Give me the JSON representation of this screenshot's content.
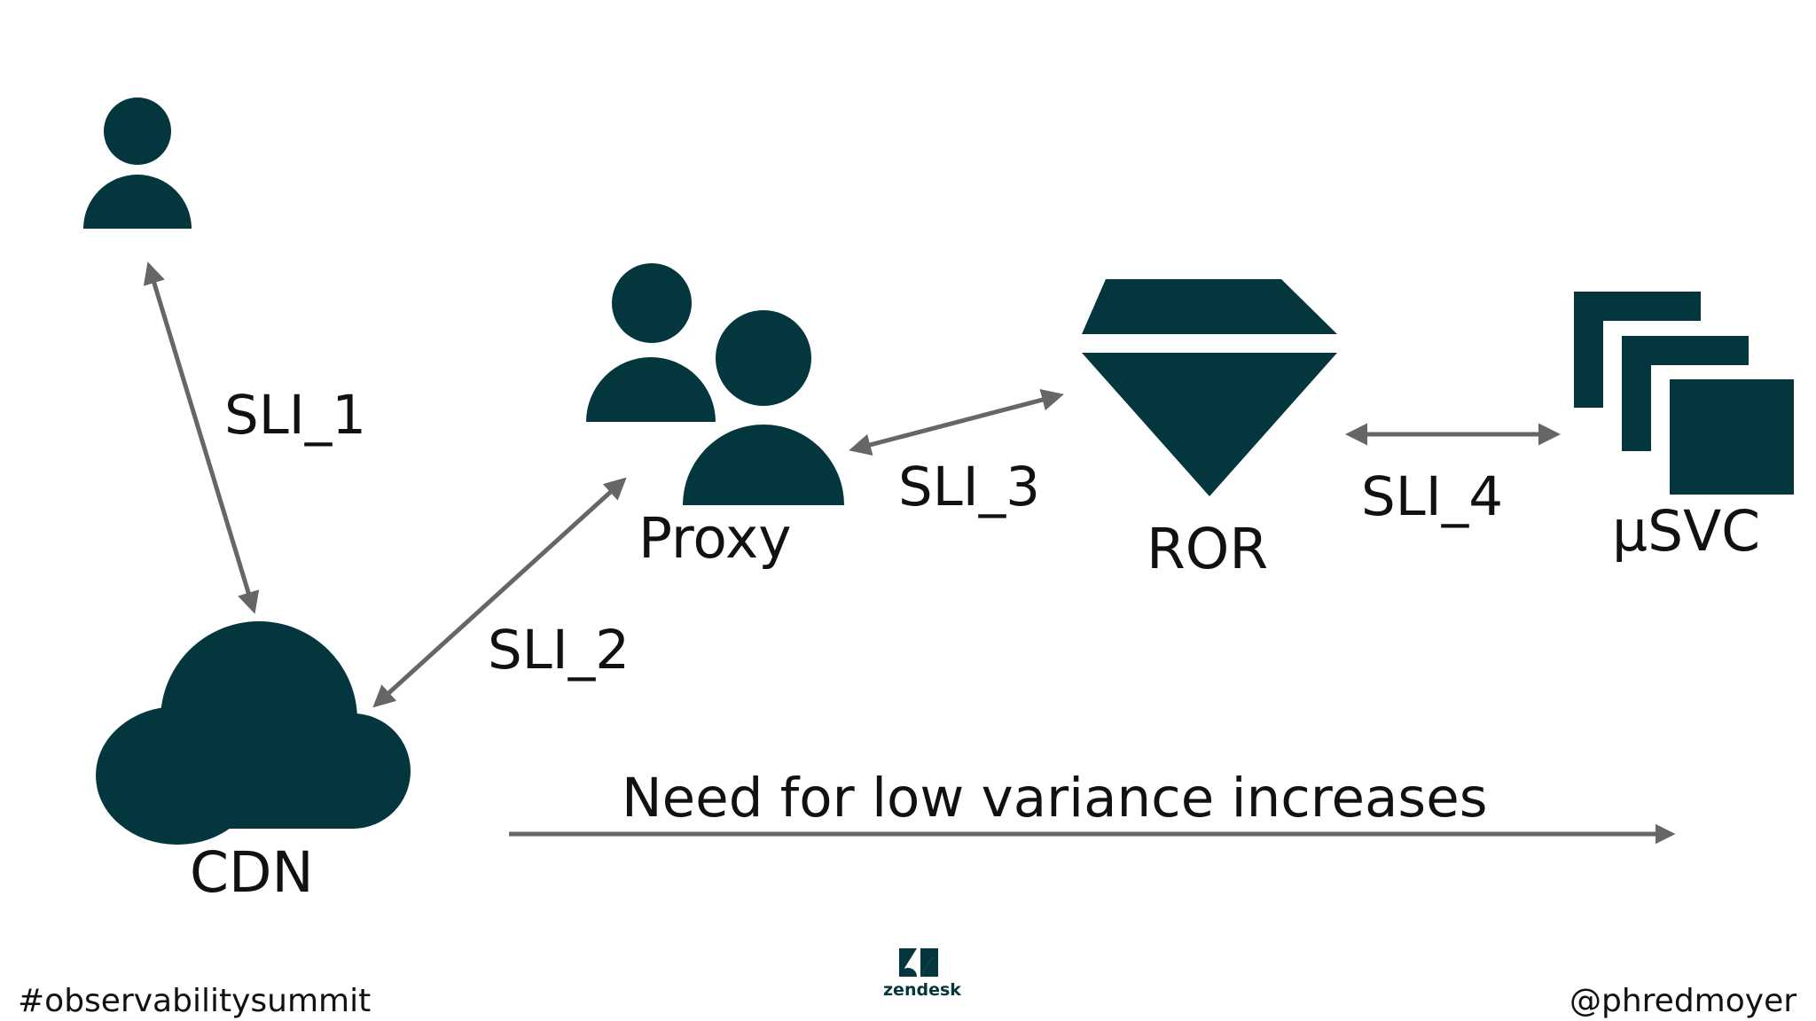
{
  "colors": {
    "icon": "#03363d",
    "arrow": "#666666",
    "text": "#111111",
    "background": "#ffffff"
  },
  "icons": {
    "user": "user-icon",
    "cdn": "cloud-icon",
    "proxy": "users-icon",
    "ror": "gem-icon",
    "usvc": "stacked-squares-icon",
    "brand": "zendesk-logo-icon"
  },
  "labels": {
    "sli_1": "SLI_1",
    "sli_2": "SLI_2",
    "sli_3": "SLI_3",
    "sli_4": "SLI_4",
    "proxy": "Proxy",
    "ror": "ROR",
    "usvc": "μSVC",
    "cdn": "CDN"
  },
  "caption": "Need for low variance increases",
  "footer": {
    "hashtag": "#observabilitysummit",
    "brand": "zendesk",
    "handle": "@phredmoyer"
  }
}
